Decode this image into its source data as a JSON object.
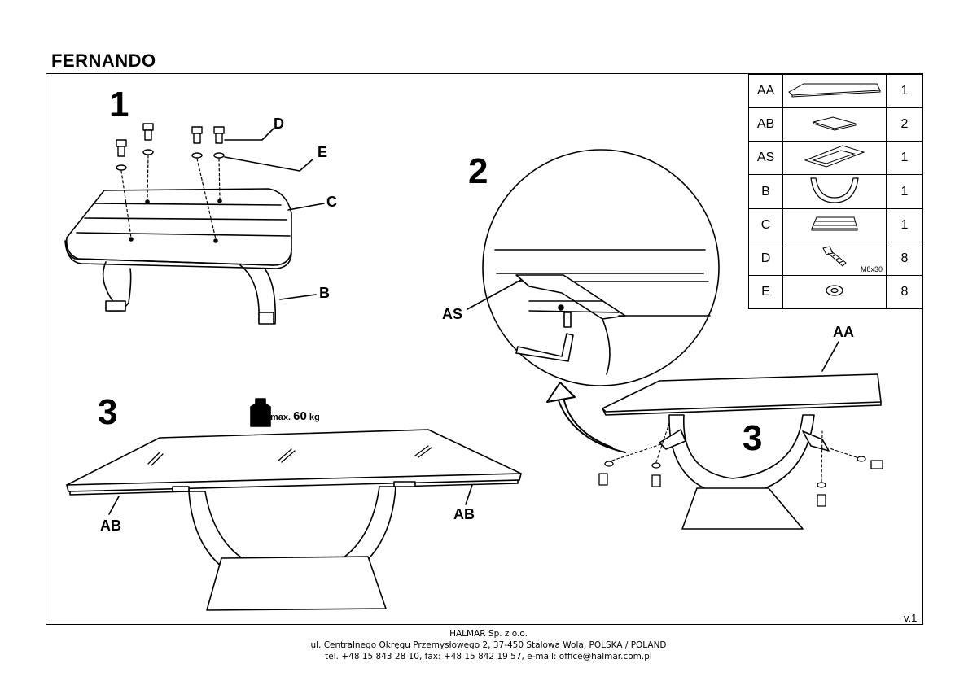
{
  "title": "FERNANDO",
  "steps": {
    "s1": "1",
    "s2": "2",
    "s3a": "3",
    "s3b": "3"
  },
  "labels": {
    "d": "D",
    "e": "E",
    "c": "C",
    "b": "B",
    "as": "AS",
    "aa": "AA",
    "ab_left": "AB",
    "ab_right": "AB"
  },
  "weight": {
    "prefix": "max.",
    "value": "60",
    "unit": "kg"
  },
  "parts": [
    {
      "code": "AA",
      "qty": "1",
      "icon": "table-top-icon"
    },
    {
      "code": "AB",
      "qty": "2",
      "icon": "extension-panel-icon"
    },
    {
      "code": "AS",
      "qty": "1",
      "icon": "frame-mechanism-icon"
    },
    {
      "code": "B",
      "qty": "1",
      "icon": "arc-leg-icon"
    },
    {
      "code": "C",
      "qty": "1",
      "icon": "mounting-plate-icon"
    },
    {
      "code": "D",
      "qty": "8",
      "icon": "bolt-icon",
      "spec": "M8x30"
    },
    {
      "code": "E",
      "qty": "8",
      "icon": "washer-icon"
    }
  ],
  "version": "v.1",
  "footer": {
    "company": "HALMAR Sp. z o.o.",
    "address": "ul. Centralnego Okręgu Przemysłowego 2, 37-450 Stalowa Wola, POLSKA / POLAND",
    "contact": "tel. +48 15 843 28 10, fax: +48 15 842 19 57, e-mail: office@halmar.com.pl"
  }
}
